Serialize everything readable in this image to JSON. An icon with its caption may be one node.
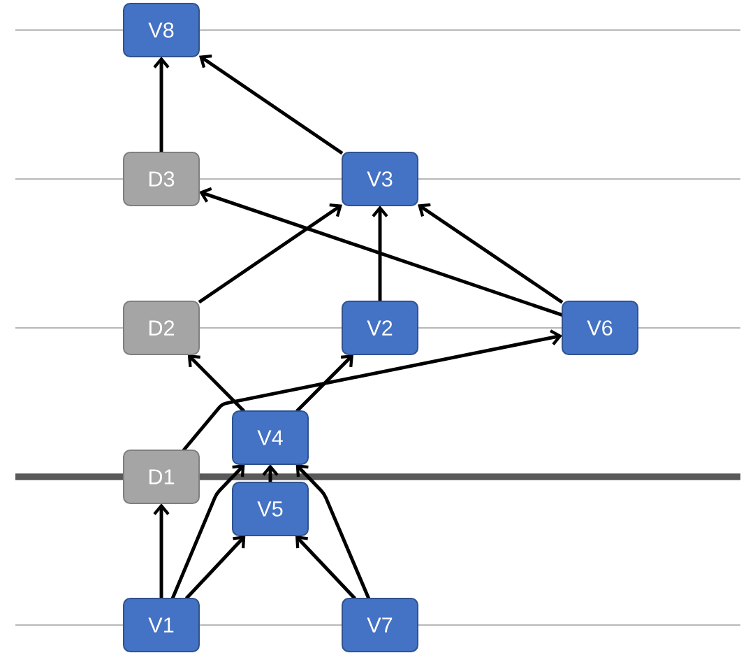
{
  "diagram": {
    "nodes": [
      {
        "text": [
          "V8"
        ]
      },
      {
        "text": [
          "D3"
        ]
      },
      {
        "text": [
          "V3"
        ]
      },
      {
        "text": [
          "D2"
        ]
      },
      {
        "text": [
          "V2"
        ]
      },
      {
        "text": [
          "V6"
        ]
      },
      {
        "text": [
          "V4"
        ]
      },
      {
        "text": [
          "D1"
        ]
      },
      {
        "text": [
          "V5"
        ]
      },
      {
        "text": [
          "V1"
        ]
      },
      {
        "text": [
          "V7"
        ]
      }
    ],
    "edges": [
      {
        "from": 1,
        "to": 0,
        "arrow": "to"
      },
      {
        "from": 2,
        "to": 0,
        "arrow": "to"
      },
      {
        "from": 5,
        "to": 1,
        "arrow": "to"
      },
      {
        "from": 3,
        "to": 2,
        "arrow": "to"
      },
      {
        "from": 4,
        "to": 2,
        "arrow": "to"
      },
      {
        "from": 5,
        "to": 2,
        "arrow": "to"
      },
      {
        "from": 6,
        "to": 3,
        "arrow": "to"
      },
      {
        "from": 6,
        "to": 4,
        "arrow": "to"
      },
      {
        "from": 7,
        "to": 5,
        "arrow": "to"
      },
      {
        "from": 9,
        "to": 7,
        "arrow": "to"
      },
      {
        "from": 9,
        "to": 6,
        "arrow": "to"
      },
      {
        "from": 9,
        "to": 8,
        "arrow": "to"
      },
      {
        "from": 10,
        "to": 8,
        "arrow": "to"
      },
      {
        "from": 10,
        "to": 6,
        "arrow": "to"
      },
      {
        "from": 8,
        "to": 6,
        "arrow": "to"
      }
    ]
  }
}
